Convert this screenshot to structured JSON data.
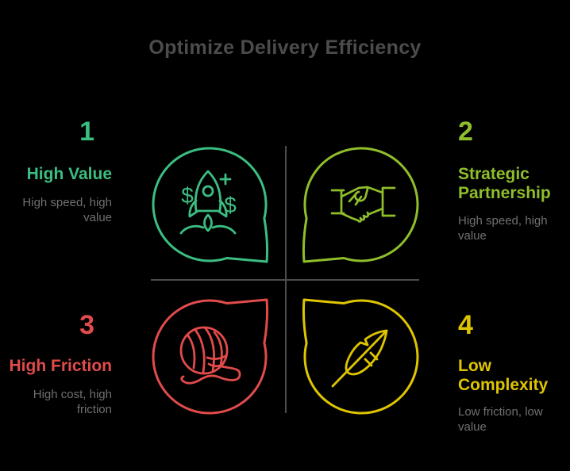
{
  "title": "Optimize Delivery Efficiency",
  "colors": {
    "background": "#000000",
    "title": "#4C4C4C",
    "divider": "#4D4D4D",
    "description_text": "#707070",
    "quadrant_1": "#3BBE82",
    "quadrant_2": "#8FBE2B",
    "quadrant_3": "#E14B4B",
    "quadrant_4": "#DFC500"
  },
  "icon_glyphs": {
    "dollar_sign": "$"
  },
  "quadrants": [
    {
      "number": "1",
      "label": "High Value",
      "description": "High speed, high value",
      "color": "#3BBE82",
      "icon": "rocket-launch-speech-bubble",
      "position": "top-left",
      "tail_direction": "bottom-right"
    },
    {
      "number": "2",
      "label": "Strategic Partnership",
      "description": "High speed, high value",
      "color": "#8FBE2B",
      "icon": "handshake-speech-bubble",
      "position": "top-right",
      "tail_direction": "bottom-left"
    },
    {
      "number": "3",
      "label": "High Friction",
      "description": "High cost, high friction",
      "color": "#E14B4B",
      "icon": "yarn-ball-speech-bubble",
      "position": "bottom-left",
      "tail_direction": "top-right"
    },
    {
      "number": "4",
      "label": "Low Complexity",
      "description": "Low friction, low value",
      "color": "#DFC500",
      "icon": "feather-speech-bubble",
      "position": "bottom-right",
      "tail_direction": "top-left"
    }
  ]
}
